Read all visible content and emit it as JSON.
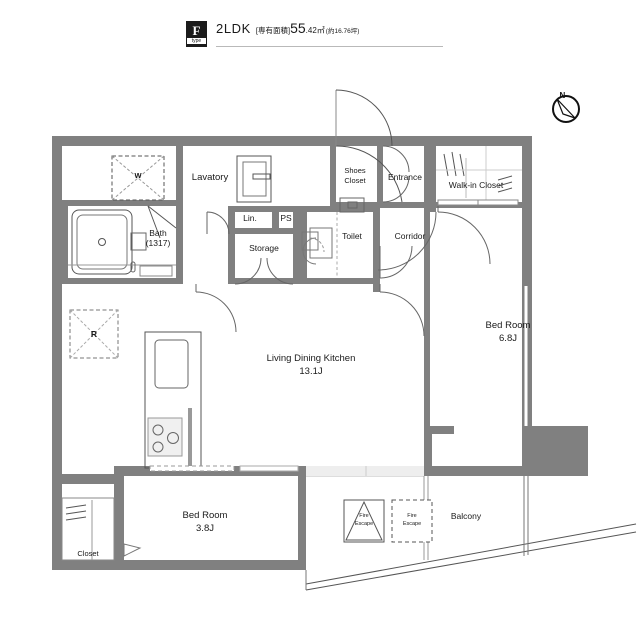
{
  "header": {
    "badge_letter": "F",
    "badge_sub": "type",
    "plan_type": "2LDK",
    "area_label": "[専有面積]",
    "area_value": "55",
    "area_decimal": ".42㎡",
    "area_tsubo": "(約16.76坪)"
  },
  "compass": {
    "north_label": "N",
    "icon": "compass-north-icon"
  },
  "rooms": {
    "washer": "W",
    "lavatory": "Lavatory",
    "bath_name": "Bath",
    "bath_size": "(1317)",
    "linen": "Lin.",
    "ps": "PS",
    "storage": "Storage",
    "toilet": "Toilet",
    "shoes_closet_line1": "Shoes",
    "shoes_closet_line2": "Closet",
    "entrance": "Entrance",
    "walk_in_closet": "Walk-in Closet",
    "corridor": "Corridor",
    "refrigerator": "R",
    "ldk_name": "Living Dining Kitchen",
    "ldk_size": "13.1J",
    "bedroom_main_name": "Bed Room",
    "bedroom_main_size": "6.8J",
    "bedroom_second_name": "Bed Room",
    "bedroom_second_size": "3.8J",
    "closet": "Closet",
    "balcony": "Balcony",
    "fire_escape_1_line1": "Fire",
    "fire_escape_1_line2": "Escape",
    "fire_escape_2_line1": "Fire",
    "fire_escape_2_line2": "Escape"
  },
  "colors": {
    "wall": "#808080",
    "outline": "#4d4d4d",
    "text": "#1a1a1a",
    "thin_line": "#7a7a7a",
    "badge_bg": "#1b1b1b",
    "rule": "#b9b9b9"
  }
}
